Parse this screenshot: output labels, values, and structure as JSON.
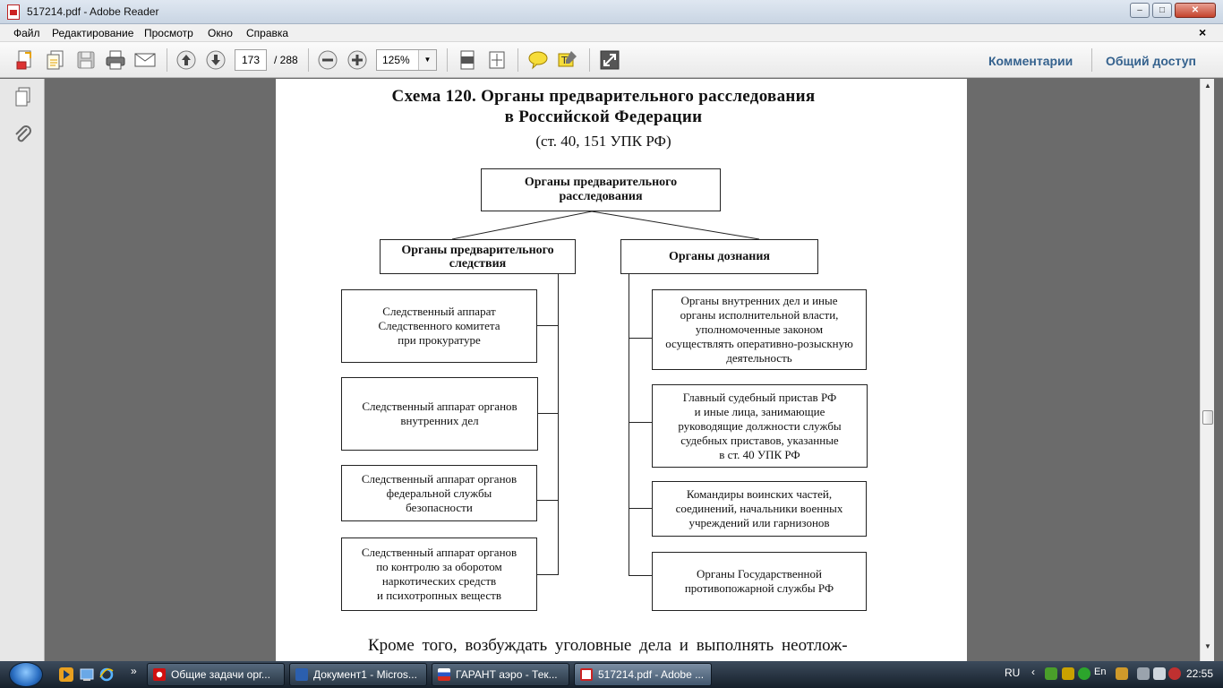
{
  "window": {
    "title": "517214.pdf - Adobe Reader",
    "min_label": "–",
    "max_label": "□",
    "close_label": "✕"
  },
  "menu": {
    "items": [
      "Файл",
      "Редактирование",
      "Просмотр",
      "Окно",
      "Справка"
    ],
    "close_doc": "×"
  },
  "toolbar": {
    "page_current": "173",
    "page_total": "/ 288",
    "zoom": "125%",
    "comments_label": "Комментарии",
    "share_label": "Общий доступ"
  },
  "document": {
    "heading_line1": "Схема 120. Органы предварительного расследования",
    "heading_line2": "в Российской Федерации",
    "subheading": "(ст. 40, 151 УПК РФ)",
    "root_box": "Органы предварительного\nрасследования",
    "branch_left": "Органы предварительного\nследствия",
    "branch_right": "Органы дознания",
    "left_items": [
      "Следственный аппарат\nСледственного комитета\nпри прокуратуре",
      "Следственный аппарат органов\nвнутренних дел",
      "Следственный аппарат органов\nфедеральной службы\nбезопасности",
      "Следственный аппарат органов\nпо контролю за оборотом\nнаркотических средств\nи психотропных веществ"
    ],
    "right_items": [
      "Органы внутренних дел и иные\nорганы исполнительной власти,\nуполномоченные законом\nосуществлять оперативно-розыскную\nдеятельность",
      "Главный судебный пристав РФ\nи иные лица, занимающие\nруководящие должности службы\nсудебных приставов, указанные\nв ст. 40 УПК РФ",
      "Командиры воинских частей,\nсоединений, начальники военных\nучреждений или гарнизонов",
      "Органы Государственной\nпротивопожарной службы РФ"
    ],
    "body_text": "Кроме того, возбуждать уголовные дела и выполнять неотлож-"
  },
  "taskbar": {
    "tasks": [
      "Общие задачи орг...",
      "Документ1 - Micros...",
      "ГАРАНТ аэро - Тек...",
      "517214.pdf - Adobe ..."
    ],
    "lang": "RU",
    "lang2": "En",
    "time": "22:55"
  },
  "colors": {
    "accent_link": "#35628e",
    "pdf_red": "#c22222",
    "taskbar": "#1f2b38"
  }
}
